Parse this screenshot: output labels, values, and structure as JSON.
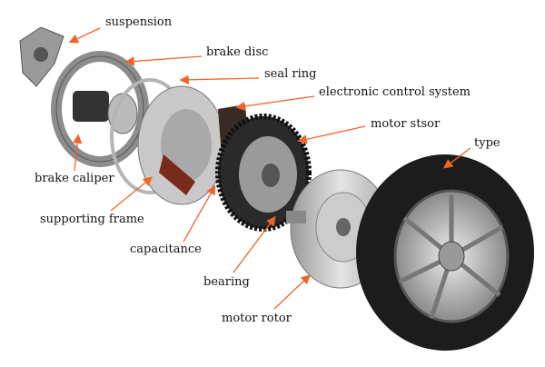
{
  "labels": {
    "suspension": "suspension",
    "brake_disc": "brake disc",
    "seal_ring": "seal ring",
    "electronic_control_system": "electronic control system",
    "motor_stator": "motor stsor",
    "tyre": "type",
    "brake_caliper": "brake caliper",
    "supporting_frame": "supporting frame",
    "capacitance": "capacitance",
    "bearing": "bearing",
    "motor_rotor": "motor rotor"
  },
  "colors": {
    "arrow": "#f0642a",
    "text": "#111111"
  }
}
